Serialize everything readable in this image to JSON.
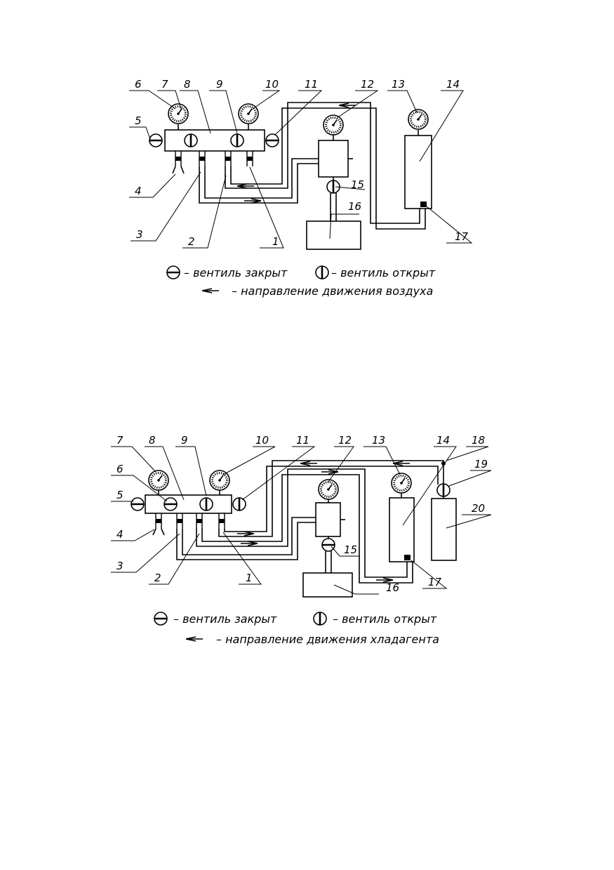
{
  "diagram1": {
    "labels": [
      "6",
      "7",
      "8",
      "9",
      "10",
      "11",
      "12",
      "13",
      "14",
      "5",
      "15",
      "16",
      "4",
      "3",
      "2",
      "1",
      "17"
    ],
    "legend": {
      "closed": "– вентиль закрыт",
      "open": "– вентиль открыт",
      "flow": "– направление движения воздуха"
    }
  },
  "diagram2": {
    "labels": [
      "7",
      "8",
      "9",
      "10",
      "11",
      "12",
      "13",
      "14",
      "18",
      "6",
      "19",
      "5",
      "20",
      "4",
      "15",
      "3",
      "1",
      "17",
      "2",
      "16"
    ],
    "legend": {
      "closed": "– вентиль закрыт",
      "open": "– вентиль открыт",
      "flow": "– направление движения хладагента"
    }
  },
  "icons": {
    "closed_valve": "closed-valve-icon",
    "open_valve": "open-valve-icon",
    "flow_arrow": "flow-arrow-icon",
    "gauge": "pressure-gauge-icon"
  }
}
